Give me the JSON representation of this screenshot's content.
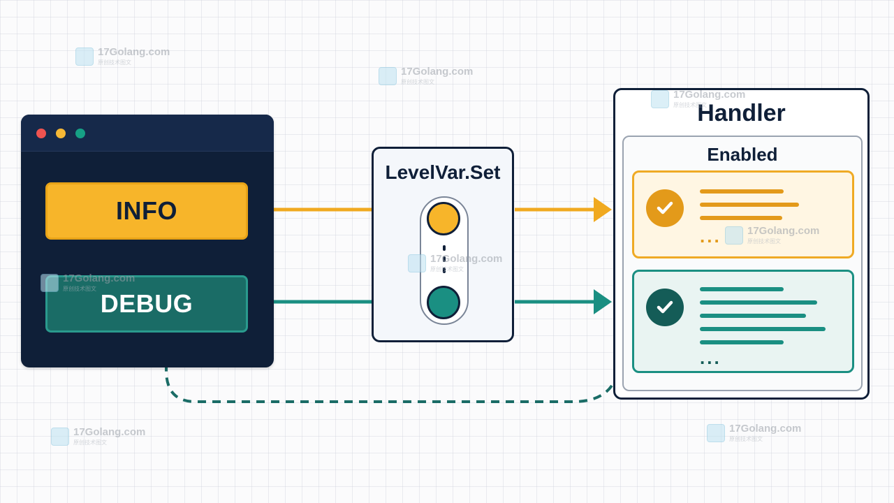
{
  "left_window": {
    "levels": [
      "INFO",
      "DEBUG"
    ]
  },
  "levelvar": {
    "title": "LevelVar.Set"
  },
  "handler": {
    "title": "Handler",
    "enabled_label": "Enabled",
    "info_card": {
      "ellipsis": "..."
    },
    "debug_card": {
      "ellipsis": "..."
    }
  },
  "watermark": {
    "text": "17Golang.com",
    "subtext": "原创技术图文"
  },
  "colors": {
    "info": "#f7b52a",
    "debug": "#1a8f82",
    "navy": "#0f1f38"
  }
}
